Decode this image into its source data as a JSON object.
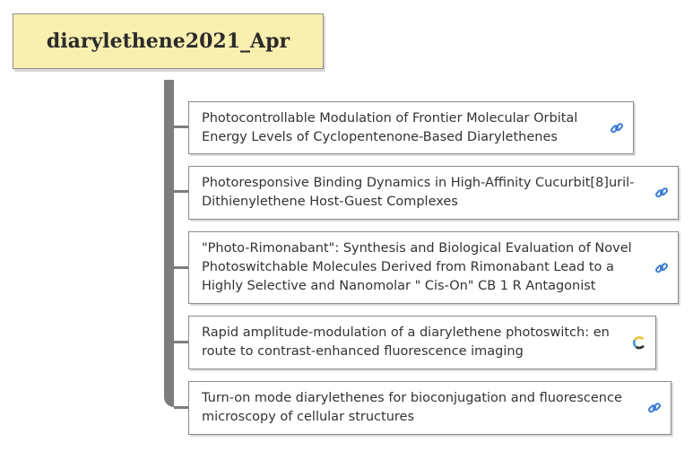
{
  "root": {
    "title": "diarylethene2021_Apr",
    "fill_color": "#f9efaf"
  },
  "colors": {
    "connector": "#7d7d7d",
    "link_icon": "#3a7bd5"
  },
  "topics": [
    {
      "text": "Photocontrollable Modulation of Frontier Molecular Orbital\nEnergy Levels of Cyclopentenone-Based Diarylethenes",
      "icon": "link-icon"
    },
    {
      "text": "Photoresponsive Binding Dynamics in High-Affinity Cucurbit[8]uril-\nDithienylethene Host-Guest Complexes",
      "icon": "link-icon"
    },
    {
      "text": "\"Photo-Rimonabant\": Synthesis and Biological Evaluation of Novel\nPhotoswitchable Molecules Derived from Rimonabant Lead to a\nHighly Selective and Nanomolar \" Cis-On\" CB 1 R Antagonist",
      "icon": "link-icon"
    },
    {
      "text": "Rapid amplitude-modulation of a diarylethene photoswitch: en\nroute to contrast-enhanced fluorescence imaging",
      "icon": "crossref-icon"
    },
    {
      "text": "Turn-on mode diarylethenes for bioconjugation and fluorescence\nmicroscopy of cellular structures",
      "icon": "link-icon"
    }
  ]
}
